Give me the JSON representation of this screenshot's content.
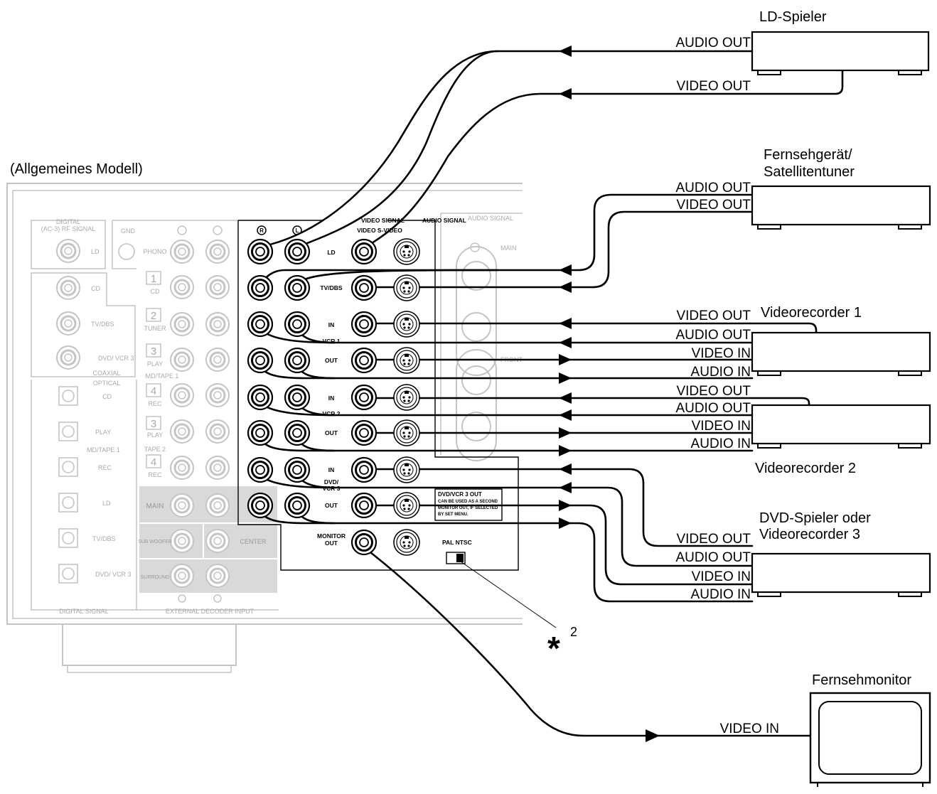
{
  "caption": "(Allgemeines Modell)",
  "devices": {
    "ld_player": {
      "name": "LD-Spieler",
      "ports": [
        "AUDIO OUT",
        "VIDEO OUT"
      ]
    },
    "tv_sat": {
      "name_line1": "Fernsehgerät/",
      "name_line2": "Satellitentuner",
      "ports": [
        "AUDIO OUT",
        "VIDEO OUT"
      ]
    },
    "vcr1": {
      "name": "Videorecorder 1",
      "ports": [
        "VIDEO OUT",
        "AUDIO OUT",
        "VIDEO IN",
        "AUDIO IN"
      ]
    },
    "vcr2": {
      "name": "Videorecorder 2",
      "ports": [
        "VIDEO OUT",
        "AUDIO OUT",
        "VIDEO IN",
        "AUDIO IN"
      ]
    },
    "dvd": {
      "name_line1": "DVD-Spieler oder",
      "name_line2": "Videorecorder 3",
      "ports": [
        "VIDEO OUT",
        "AUDIO OUT",
        "VIDEO IN",
        "AUDIO IN"
      ]
    },
    "monitor": {
      "name": "Fernsehmonitor",
      "port": "VIDEO IN"
    }
  },
  "note": {
    "symbol": "*",
    "number": "2"
  },
  "panel": {
    "video_signal": "VIDEO SIGNAL",
    "audio_signal": "AUDIO SIGNAL",
    "r_mark": "R",
    "l_mark": "L",
    "video_svideo": "VIDEO S-VIDEO",
    "rows": [
      "LD",
      "TV/DBS",
      "IN",
      "OUT",
      "IN",
      "OUT",
      "IN",
      "OUT"
    ],
    "vcr1": "VCR 1",
    "vcr2": "VCR 2",
    "dvd_vcr3": [
      "DVD/",
      "VCR 3"
    ],
    "monitor_out": [
      "MONITOR",
      "OUT"
    ],
    "pal_ntsc": "PAL NTSC",
    "dvd_note": [
      "DVD/VCR 3 OUT",
      "CAN BE USED AS A SECOND",
      "MONITOR OUT, IF SELECTED",
      "BY SET MENU."
    ],
    "digital_header": [
      "DIGITAL",
      "(AC-3) RF SIGNAL"
    ],
    "digital_ld": "LD",
    "coaxial_labels": [
      "CD",
      "TV/DBS",
      "DVD/ VCR 3"
    ],
    "coaxial": "COAXIAL",
    "optical": "OPTICAL",
    "optical_labels": [
      "CD",
      "PLAY",
      "MD/TAPE 1",
      "REC",
      "LD",
      "TV/DBS",
      "DVD/ VCR 3"
    ],
    "digital_signal": "DIGITAL SIGNAL",
    "gnd": "GND",
    "phono": "PHONO",
    "audio_inputs": [
      {
        "num": "1",
        "label": "CD"
      },
      {
        "num": "2",
        "label": "TUNER"
      },
      {
        "num": "3",
        "label": "PLAY"
      },
      {
        "num": "4",
        "label": "REC"
      },
      {
        "num": "3",
        "label": "PLAY"
      },
      {
        "num": "4",
        "label": "REC"
      }
    ],
    "md_tape1": "MD/TAPE 1",
    "tape2": "TAPE 2",
    "decoder": [
      "MAIN",
      "SUB WOOFER",
      "CENTER",
      "SURROUND"
    ],
    "external_decoder": "EXTERNAL DECODER INPUT",
    "main": "MAIN",
    "front": "FRONT"
  }
}
